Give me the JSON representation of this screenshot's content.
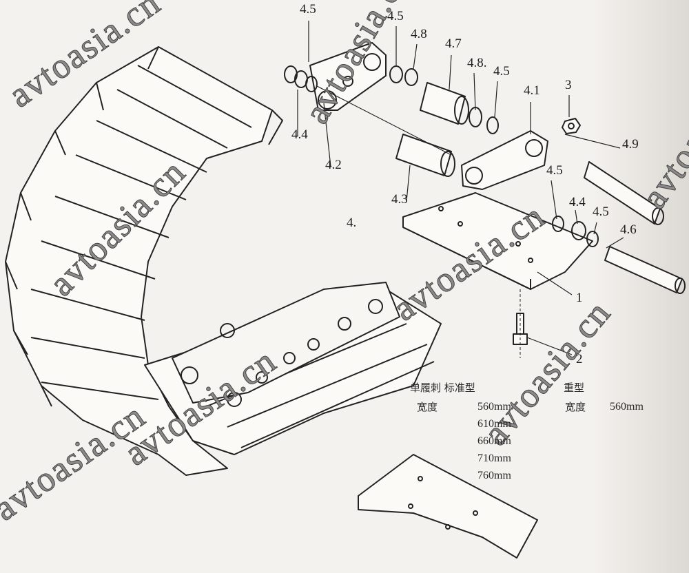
{
  "callouts": {
    "c1": "4.5",
    "c2": "4.5",
    "c3": "4.8",
    "c4": "4.7",
    "c5": "4.8.",
    "c6": "4.5",
    "c7": "4.1",
    "c8": "3",
    "c9": "4.9",
    "c10": "4.4",
    "c11": "4.2",
    "c12": "4.3",
    "c13": "4.",
    "c14": "4.5",
    "c15": "4.4",
    "c16": "4.5",
    "c17": "4.6",
    "c18": "1",
    "c19": "2"
  },
  "spec_table": {
    "standard_heading": "单履刺 标准型",
    "heavy_heading": "重型",
    "width_label": "宽度",
    "standard_widths": [
      "560mm",
      "610mm",
      "660mm",
      "710mm",
      "760mm"
    ],
    "heavy_width_label": "宽度",
    "heavy_width": "560mm"
  },
  "watermark": "avtoasia.cn"
}
